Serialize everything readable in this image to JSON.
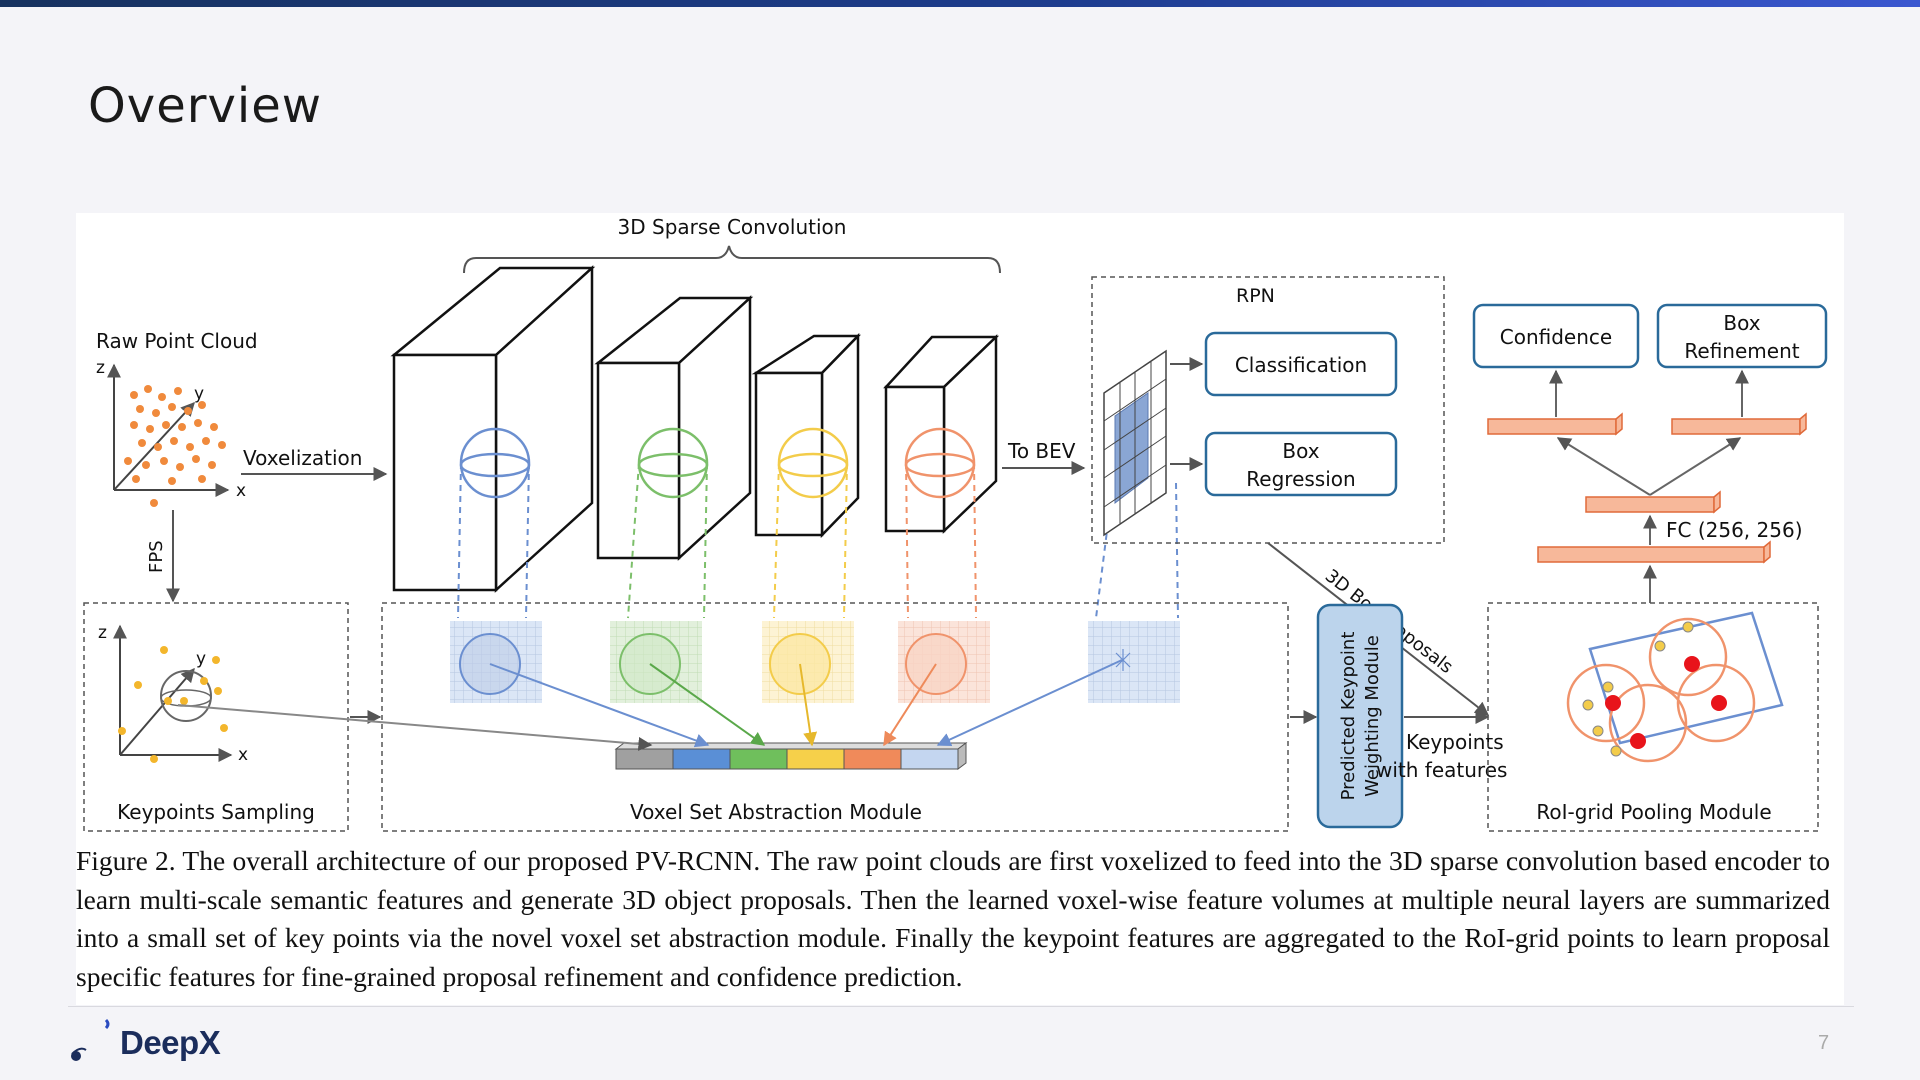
{
  "slide": {
    "title": "Overview",
    "page_number": "7",
    "brand": "DeepX"
  },
  "figure": {
    "top_label": "3D Sparse Convolution",
    "raw_point_cloud": "Raw Point Cloud",
    "axis_z": "z",
    "axis_y": "y",
    "axis_x": "x",
    "voxelization": "Voxelization",
    "fps": "FPS",
    "to_bev": "To BEV",
    "rpn": "RPN",
    "classification": "Classification",
    "box_regression_1": "Box",
    "box_regression_2": "Regression",
    "confidence": "Confidence",
    "box_refinement_1": "Box",
    "box_refinement_2": "Refinement",
    "fc": "FC (256, 256)",
    "box_proposals": "3D Box Proposals",
    "keypoints_sampling": "Keypoints Sampling",
    "vsa_module": "Voxel Set Abstraction Module",
    "pkw_1": "Predicted Keypoint",
    "pkw_2": "Weighting Module",
    "kp_features_1": "Keypoints",
    "kp_features_2": "with features",
    "roi_pooling": "RoI-grid Pooling Module"
  },
  "caption": "Figure 2. The overall architecture of our proposed PV-RCNN. The raw point clouds are first voxelized to feed into the 3D sparse convolution based encoder to learn multi-scale semantic features and generate 3D object proposals.  Then the learned voxel-wise feature volumes at multiple neural layers are summarized into a small set of key points via the novel voxel set abstraction module. Finally the keypoint features are aggregated to the RoI-grid points to learn proposal specific features for fine-grained proposal refinement and confidence prediction.",
  "colors": {
    "blue": "#6b8fd0",
    "green": "#7cbf6a",
    "yellow": "#f3cc4a",
    "orange": "#f0936b",
    "point_orange": "#f08a3c",
    "box_border": "#2a6a9a",
    "red": "#e8141b"
  }
}
